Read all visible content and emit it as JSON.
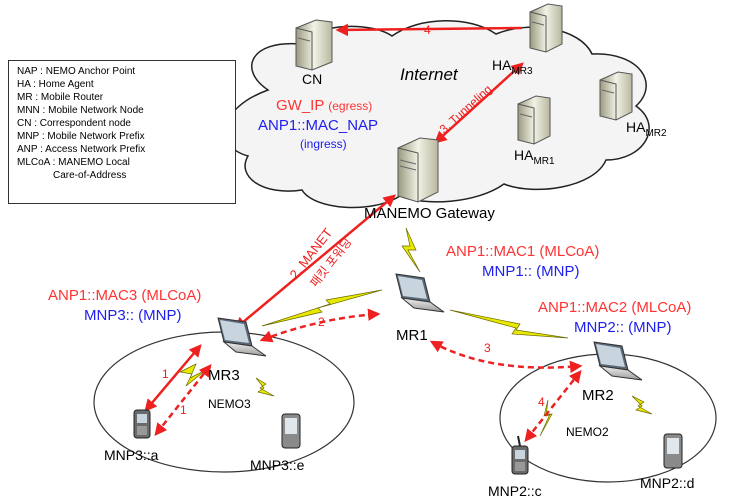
{
  "legend": {
    "lines": [
      "NAP : NEMO Anchor Point",
      "HA : Home Agent",
      "MR : Mobile Router",
      "MNN : Mobile Network Node",
      "CN : Correspondent node",
      "MNP : Mobile Network  Prefix",
      "ANP : Access Network Prefix",
      "MLCoA : MANEMO Local",
      "Care-of-Address"
    ]
  },
  "internet": {
    "title": "Internet",
    "gw_ip": "GW_IP",
    "egress": "(egress)",
    "anp_mac_nap": "ANP1::MAC_NAP",
    "ingress": "(ingress)"
  },
  "nodes": {
    "cn": "CN",
    "ha_mr3_base": "HA",
    "ha_mr3_sub": "MR3",
    "ha_mr2_base": "HA",
    "ha_mr2_sub": "MR2",
    "ha_mr1_base": "HA",
    "ha_mr1_sub": "MR1",
    "gateway": "MANEMO Gateway",
    "mr1": "MR1",
    "mr2": "MR2",
    "mr3": "MR3",
    "nemo2": "NEMO2",
    "nemo3": "NEMO3",
    "mnp3_a": "MNP3::a",
    "mnp3_e": "MNP3::e",
    "mnp2_c": "MNP2::c",
    "mnp2_d": "MNP2::d"
  },
  "addresses": {
    "mr1_anp": "ANP1::MAC1 (MLCoA)",
    "mr1_mnp": "MNP1:: (MNP)",
    "mr2_anp": "ANP1::MAC2 (MLCoA)",
    "mr2_mnp": "MNP2:: (MNP)",
    "mr3_anp": "ANP1::MAC3 (MLCoA)",
    "mr3_mnp": "MNP3:: (MNP)"
  },
  "steps": {
    "s1": "1",
    "s1b": "1",
    "s2": "2",
    "s2_manet": "2. MANET",
    "s2_korean": "패킷 포워딩",
    "s3": "3",
    "s3_tunnel": "3. Tunneling",
    "s4": "4",
    "s4b": "4"
  },
  "colors": {
    "red_text": "#ff3333",
    "blue_text": "#2020ee",
    "arrow": "#ee2020",
    "bolt": "#e8e800",
    "cloud_fill": "#f4f4f4"
  }
}
